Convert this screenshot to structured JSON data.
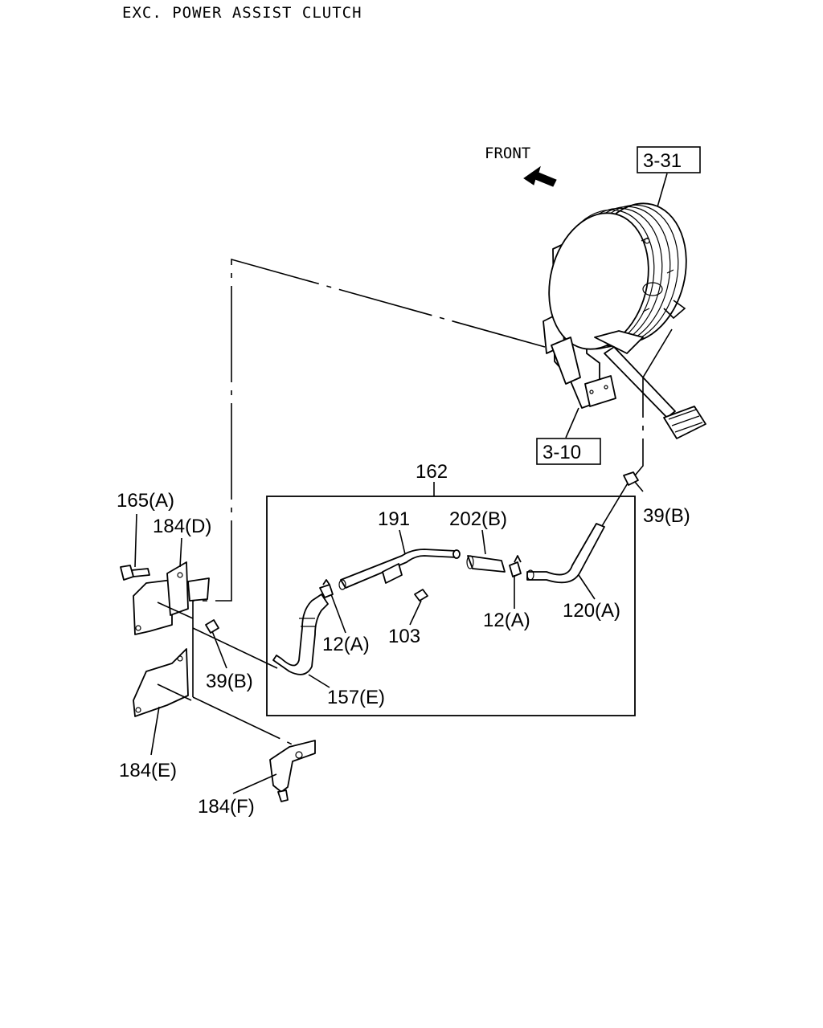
{
  "title": "EXC. POWER ASSIST CLUTCH",
  "front_label": "FRONT",
  "refs": {
    "ref_3_31": "3-31",
    "ref_3_10": "3-10"
  },
  "callouts": {
    "c162": "162",
    "c165a": "165(A)",
    "c184d": "184(D)",
    "c191": "191",
    "c202b": "202(B)",
    "c39b_top": "39(B)",
    "c39b_left": "39(B)",
    "c12a_left": "12(A)",
    "c12a_right": "12(A)",
    "c103": "103",
    "c120a": "120(A)",
    "c157e": "157(E)",
    "c184e": "184(E)",
    "c184f": "184(F)"
  }
}
